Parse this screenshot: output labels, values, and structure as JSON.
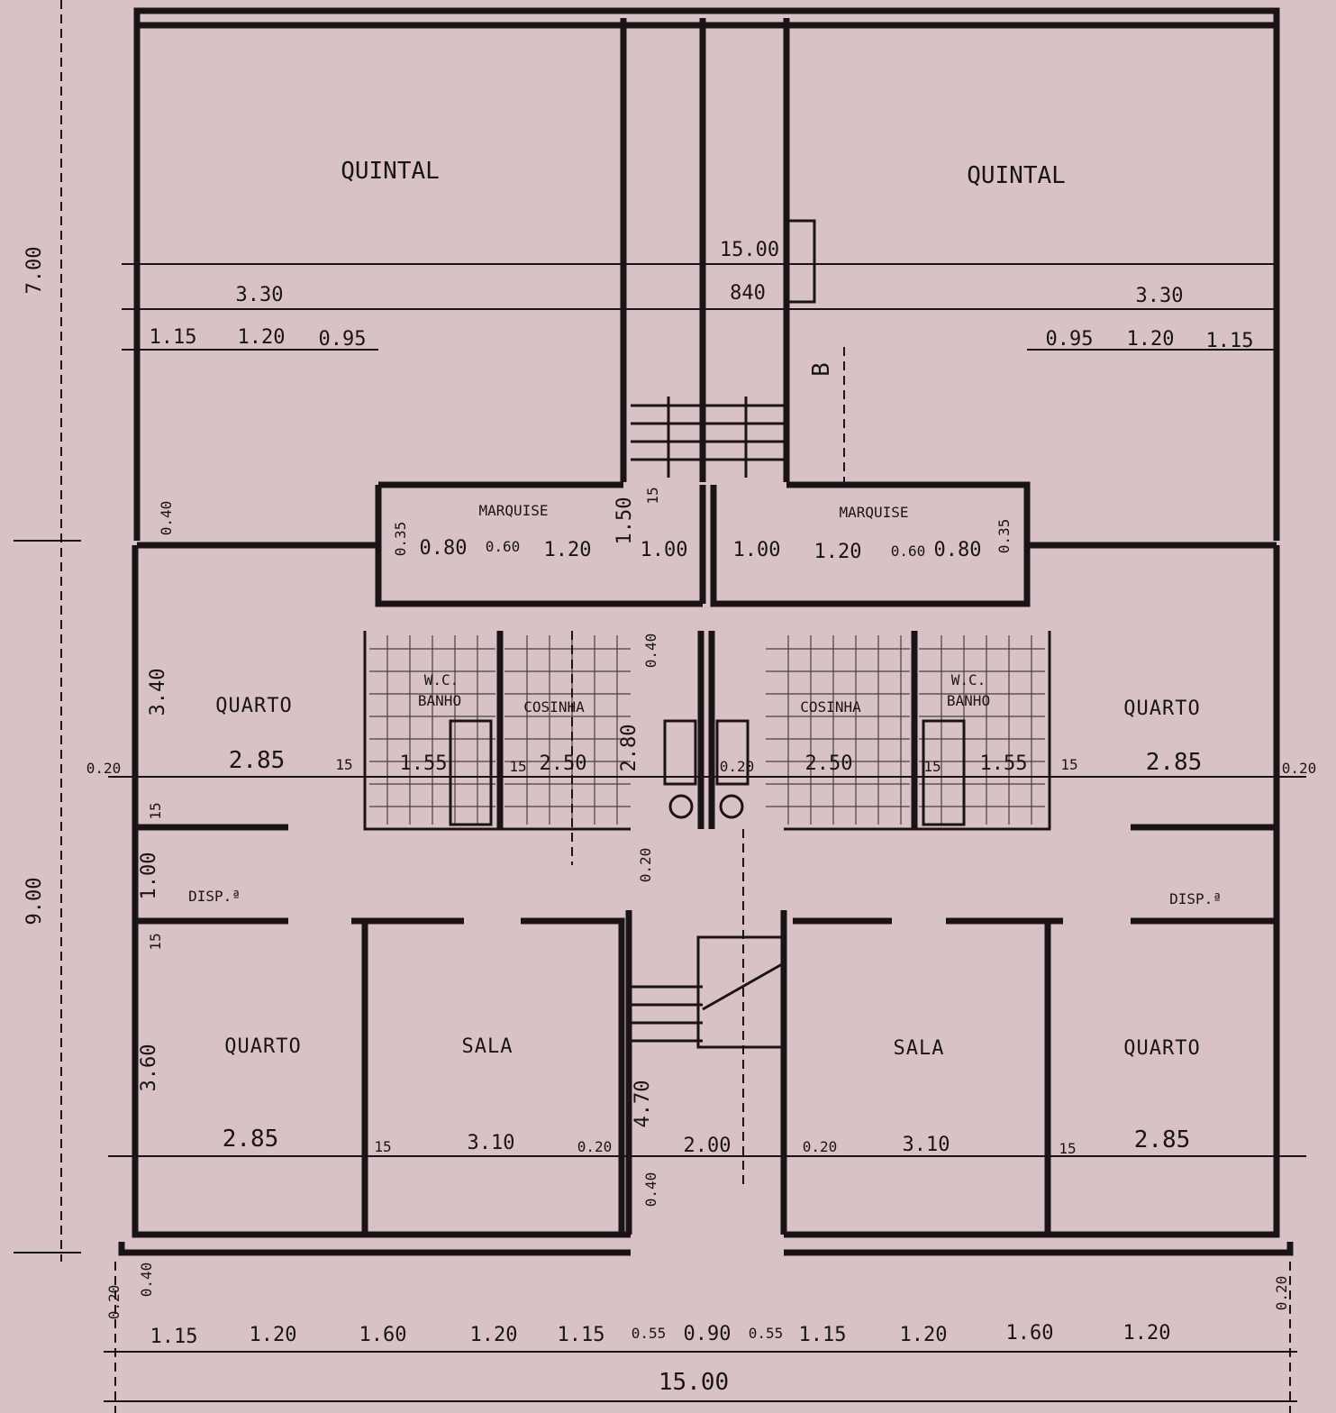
{
  "rooms": {
    "quintal_left": "QUINTAL",
    "quintal_right": "QUINTAL",
    "marquise_left": "MARQUISE",
    "marquise_right": "MARQUISE",
    "wc_left": "W.C.",
    "banho_left": "BANHO",
    "cozinha_left": "COSINHA",
    "cozinha_right": "COSINHA",
    "wc_right": "W.C.",
    "banho_right": "BANHO",
    "quarto_ul": "QUARTO",
    "quarto_ur": "QUARTO",
    "disp_left": "DISP.ª",
    "disp_right": "DISP.ª",
    "quarto_ll": "QUARTO",
    "sala_left": "SALA",
    "sala_right": "SALA",
    "quarto_lr": "QUARTO"
  },
  "labels": {
    "section_b": "B"
  },
  "dimensions": {
    "left_7": "7.00",
    "left_9": "9.00",
    "top_15": "15.00",
    "top_840": "840",
    "top_330_left": "3.30",
    "top_330_right": "3.30",
    "top_115_l": "1.15",
    "top_120_l": "1.20",
    "top_095_l": "0.95",
    "top_095_r": "0.95",
    "top_120_r": "1.20",
    "top_115_r": "1.15",
    "wall_040_ul": "0.40",
    "marq_035": "0.35",
    "marq_080_l": "0.80",
    "marq_060_l": "0.60",
    "marq_120_l": "1.20",
    "marq_150": "1.50",
    "marq_15": "15",
    "marq_100_l": "1.00",
    "marq_100_r": "1.00",
    "marq_120_r": "1.20",
    "marq_060_r": "0.60",
    "marq_080_r": "0.80",
    "marq_035_r": "0.35",
    "cz_040": "0.40",
    "q_340": "3.40",
    "q_285_ul": "2.85",
    "q_285_ur": "2.85",
    "w_020_l": "0.20",
    "w_020_r": "0.20",
    "w_15_a": "15",
    "w_15_b": "15",
    "w_15_c": "15",
    "w_15_d": "15",
    "bh_155_l": "1.55",
    "bh_155_r": "1.55",
    "cz_250_l": "2.50",
    "cz_250_r": "2.50",
    "cz_280": "2.80",
    "cz_020": "0.20",
    "v_15_a": "15",
    "v_100": "1.00",
    "v_15_b": "15",
    "hall_020": "0.20",
    "q_360": "3.60",
    "q_285_ll": "2.85",
    "q_285_lr": "2.85",
    "s_310_l": "3.10",
    "s_310_r": "3.10",
    "s_15_l": "15",
    "s_020_l": "0.20",
    "s_020_r": "0.20",
    "s_15_r": "15",
    "hall_200": "2.00",
    "hall_470": "4.70",
    "hall_040": "0.40",
    "bot_040": "0.40",
    "bot_020_l": "0.20",
    "bot_020_r": "0.20",
    "b_115_a": "1.15",
    "b_120_a": "1.20",
    "b_160_a": "1.60",
    "b_120_b": "1.20",
    "b_115_b": "1.15",
    "b_055_a": "0.55",
    "b_090": "0.90",
    "b_055_b": "0.55",
    "b_115_c": "1.15",
    "b_120_c": "1.20",
    "b_160_b": "1.60",
    "b_120_d": "1.20",
    "b_1500": "15.00"
  }
}
